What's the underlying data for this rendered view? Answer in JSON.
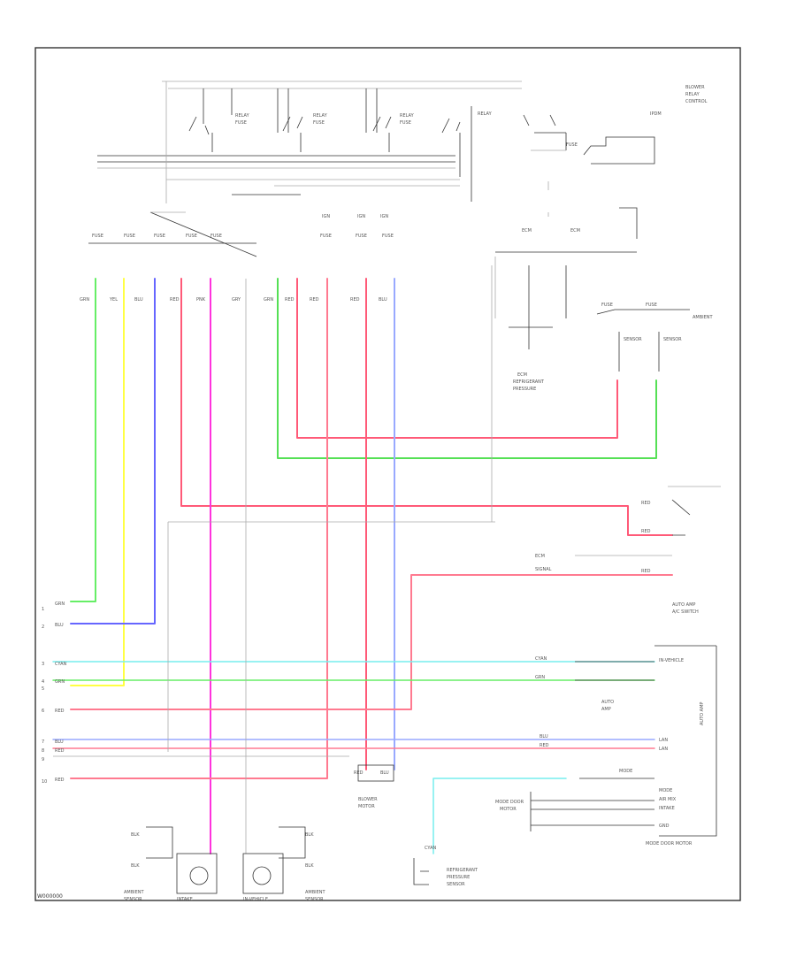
{
  "page": {
    "page_code": "W000000",
    "background_color": "#ffffff",
    "frame_color": "#333333"
  },
  "wire_colors": {
    "red": "#ff5a78",
    "pink_red": "#ff7a90",
    "magenta": "#ff33dd",
    "green": "#66ee66",
    "light_green": "#55e055",
    "yellow": "#ffff44",
    "blue": "#6666ff",
    "light_blue": "#99a9ff",
    "cyan": "#77eeee",
    "gray": "#cfcfcf"
  },
  "modules": {
    "auto_amp": "AUTO AMP",
    "ambient_sensor": "AMBIENT SENSOR",
    "in_vehicle_sensor": "IN-VEHICLE SENSOR",
    "intake_sensor": "INTAKE SENSOR",
    "mode_door_motor": "MODE DOOR MOTOR",
    "air_mix_door_motor": "AIR MIX DOOR MOTOR",
    "intake_door_motor": "INTAKE DOOR MOTOR",
    "blower_motor": "BLOWER MOTOR",
    "refrigerant_pressure_sensor": "REFRIGERANT PRESSURE SENSOR",
    "ecm": "ECM",
    "ipdm": "IPDM E/R"
  }
}
